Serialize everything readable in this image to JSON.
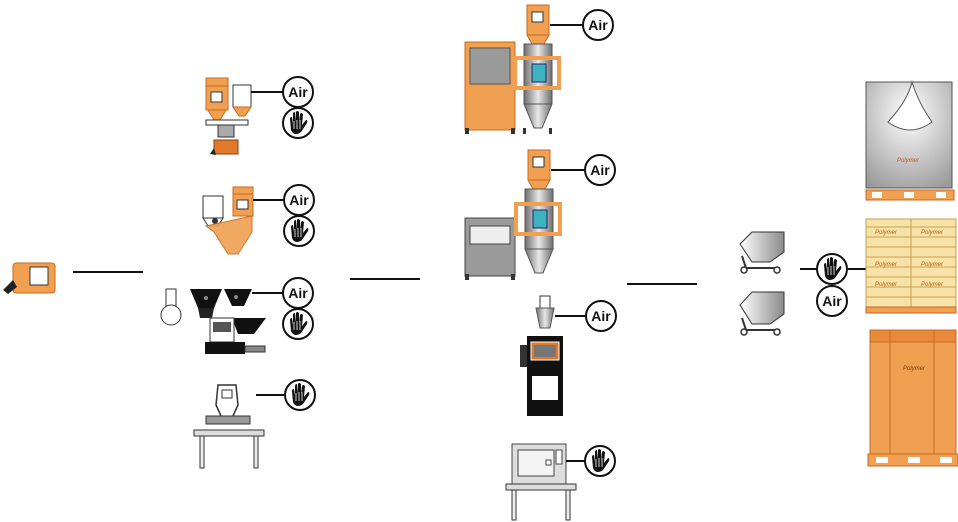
{
  "badges": {
    "air_label": "Air",
    "manual_icon": "hand-icon"
  },
  "containers": {
    "bigbag_label": "Polymer",
    "sack_label": "Polymer",
    "octabin_label": "Polymer"
  },
  "colors": {
    "orange": "#f0a050",
    "orange_dark": "#c86a20",
    "black": "#111111",
    "grey": "#9a9a9a",
    "teal": "#3cb4c0"
  }
}
